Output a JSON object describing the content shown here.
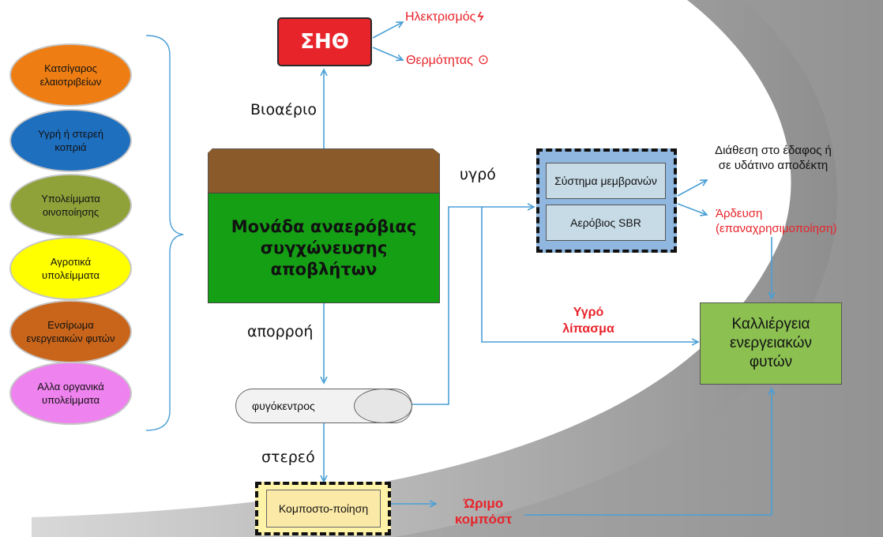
{
  "inputs": [
    {
      "label": "Κατσίγαρος ελαιοτριβείων",
      "color": "#ee7e13"
    },
    {
      "label": "Υγρή ή στερεή κοπριά",
      "color": "#1f6fbf"
    },
    {
      "label": "Υπολείμματα οινοποίησης",
      "color": "#8fa23a"
    },
    {
      "label": "Αγροτικά υπολείμματα",
      "color": "#ffff00"
    },
    {
      "label": "Ενσίρωμα ενεργειακών φυτών",
      "color": "#c8651b"
    },
    {
      "label": "Αλλα οργανικά υπολείμματα",
      "color": "#ee82ee"
    }
  ],
  "chp": {
    "label": "ΣΗΘ",
    "color": "#e8242b"
  },
  "outputs": {
    "electricity": "Ηλεκτρισμός",
    "heat": "Θερμότητας"
  },
  "biogas": "Βιοαέριο",
  "digester": {
    "label": "Μονάδα αναερόβιας συγχώνευσης αποβλήτων",
    "color": "#159f15",
    "top_color": "#8b5a2b"
  },
  "liquid": "υγρό",
  "treatment": {
    "membranes": "Σύστημα μεμβρανών",
    "sbr": "Αερόβιος SBR"
  },
  "disposal": "Διάθεση στο έδαφος ή σε υδάτινο αποδέκτη",
  "irrigation": "Άρδευση (επαναχρησιμοποίηση)",
  "liquid_fertilizer": "Υγρό λίπασμα",
  "crop": {
    "label": "Καλλιέργεια ενεργειακών φυτών",
    "color": "#8cc152"
  },
  "runoff": "απορροή",
  "centrifuge": "φυγόκεντρος",
  "solid": "στερεό",
  "composting": "Κομποστο-ποίηση",
  "mature_compost": "Ώριμο κομπόστ"
}
